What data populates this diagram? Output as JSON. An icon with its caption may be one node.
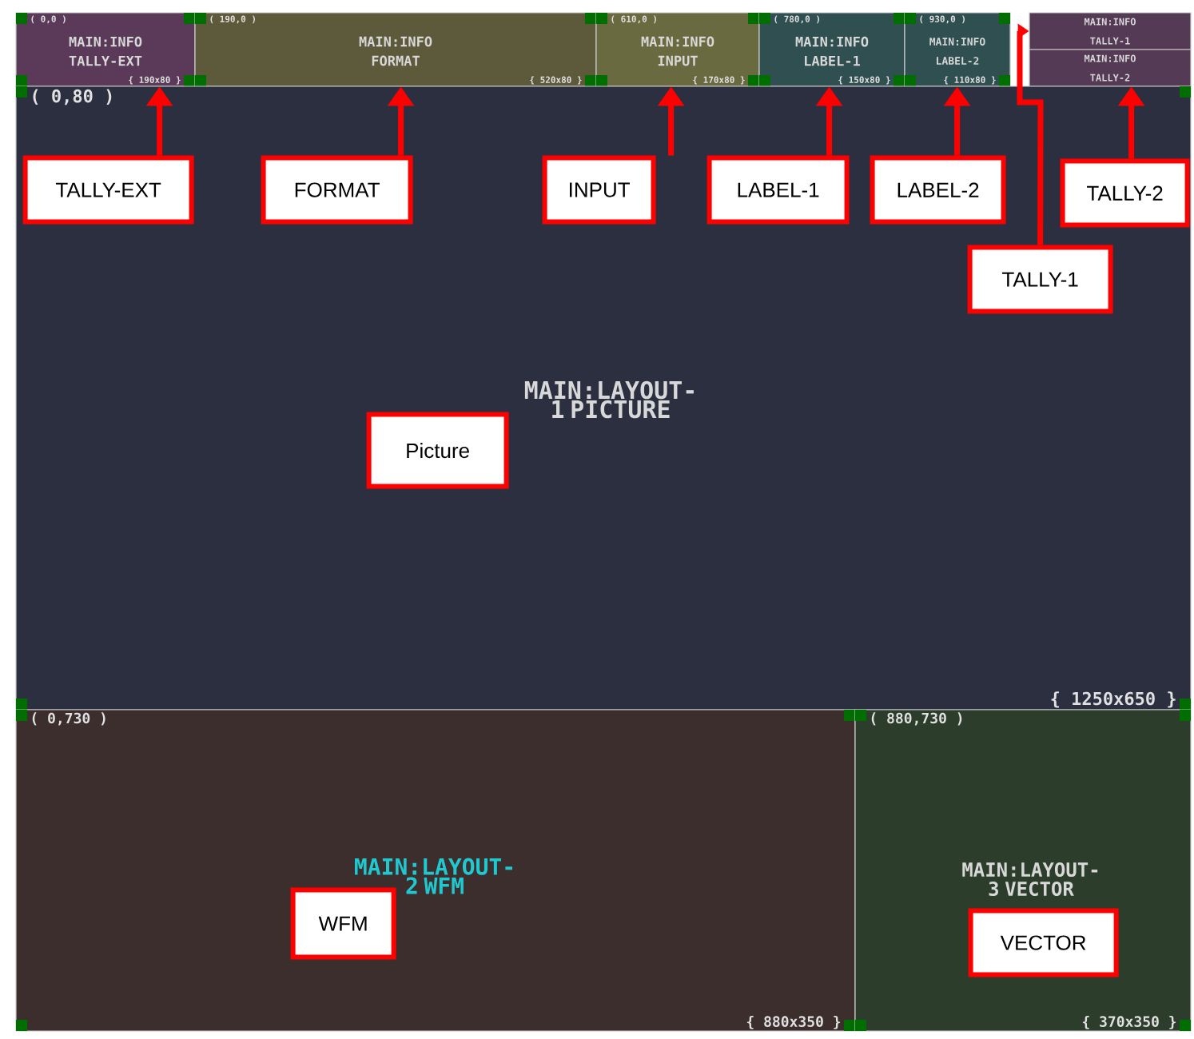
{
  "diagram": {
    "nodes": [
      {
        "text": [
          "( 0,0 )",
          "MAIN:INFO TALLY-EXT",
          "{ 190x80 }"
        ]
      },
      {
        "text": [
          "( 190,0 )",
          "MAIN:INFO FORMAT",
          "{ 520x80 }"
        ]
      },
      {
        "text": [
          "( 610,0 )",
          "MAIN:INFO INPUT",
          "{ 170x80 }"
        ]
      },
      {
        "text": [
          "( 780,0 )",
          "MAIN:INFO LABEL-1",
          "{ 150x80 }"
        ]
      },
      {
        "text": [
          "( 930,0 )",
          "MAIN:INFO LABEL-2",
          "{ 110x80 }"
        ]
      },
      {
        "text": [
          "MAIN:INFO TALLY-1"
        ]
      },
      {
        "text": [
          "MAIN:INFO TALLY-2"
        ]
      },
      {
        "text": [
          "( 0,80 )",
          "MAIN:LAYOUT-1 PICTURE",
          "{ 1250x650 }"
        ]
      },
      {
        "text": [
          "( 0,730 )",
          "MAIN:LAYOUT-2 WFM",
          "{ 880x350 }"
        ]
      },
      {
        "text": [
          "( 880,730 )",
          "MAIN:LAYOUT-3 VECTOR",
          "{ 370x350 }"
        ]
      },
      {
        "text": [
          "TALLY-EXT"
        ],
        "in": 7
      },
      {
        "text": [
          "FORMAT"
        ],
        "in": 7
      },
      {
        "text": [
          "INPUT"
        ],
        "in": 7
      },
      {
        "text": [
          "LABEL-1"
        ],
        "in": 7
      },
      {
        "text": [
          "LABEL-2"
        ],
        "in": 7
      },
      {
        "text": [
          "TALLY-2"
        ],
        "in": 7
      },
      {
        "text": [
          "TALLY-1"
        ],
        "in": 7
      },
      {
        "text": [
          "Picture"
        ],
        "in": 7
      },
      {
        "text": [
          "WFM"
        ],
        "in": 8
      },
      {
        "text": [
          "VECTOR"
        ],
        "in": 9
      }
    ],
    "edges": [
      {
        "from": 10,
        "to": 0,
        "arrow": "to"
      },
      {
        "from": 11,
        "to": 1,
        "arrow": "to"
      },
      {
        "from": 12,
        "to": 2,
        "arrow": "to"
      },
      {
        "from": 13,
        "to": 3,
        "arrow": "to"
      },
      {
        "from": 14,
        "to": 4,
        "arrow": "to"
      },
      {
        "from": 15,
        "to": 6,
        "arrow": "to"
      },
      {
        "from": 16,
        "to": 5,
        "arrow": "to"
      }
    ]
  }
}
